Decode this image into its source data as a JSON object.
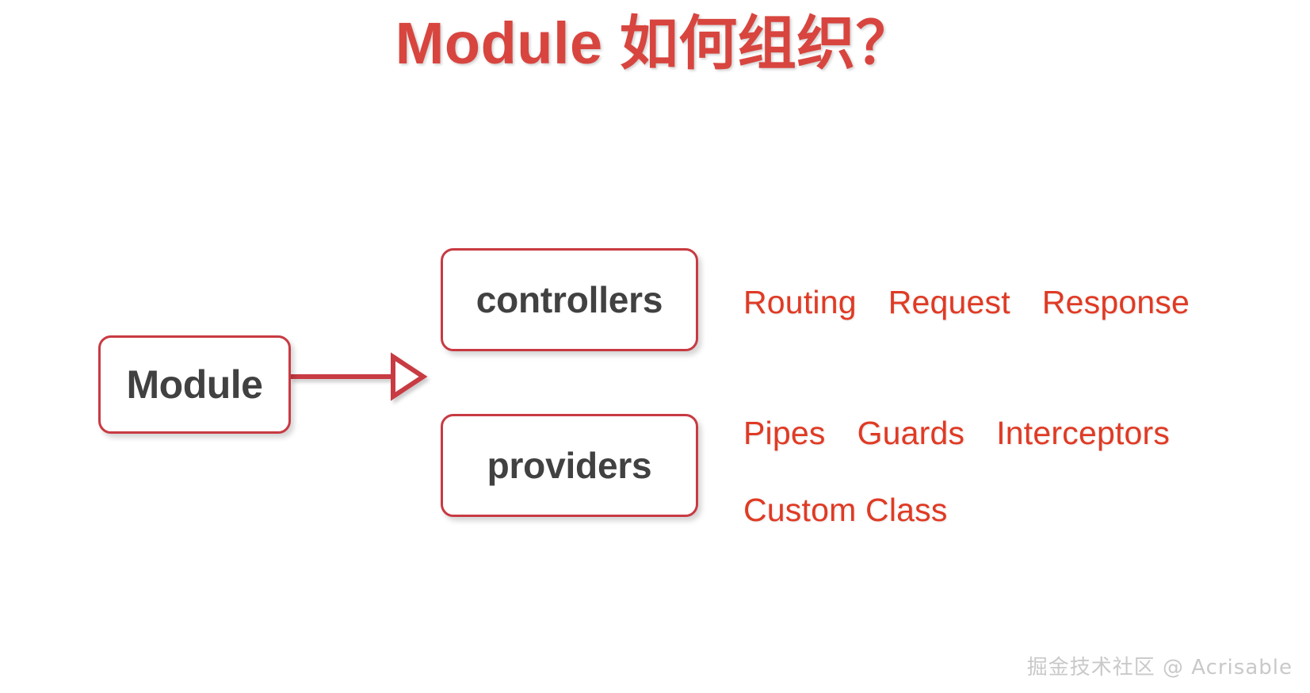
{
  "slide": {
    "title": "Module 如何组织？",
    "title_color": "#D8453F",
    "background_color": "#FFFFFF"
  },
  "diagram": {
    "type": "flow-diagram",
    "accent_color": "#C83A42",
    "annotation_color": "#E03A24",
    "node_text_color": "#414141",
    "root": {
      "label": "Module"
    },
    "branches": [
      {
        "label": "controllers",
        "annotations": [
          {
            "rows": [
              "Routing",
              "Request",
              "Response"
            ]
          }
        ]
      },
      {
        "label": "providers",
        "annotations": [
          {
            "rows": [
              "Pipes",
              "Guards",
              "Interceptors"
            ]
          },
          {
            "rows": [
              "Custom Class"
            ]
          }
        ]
      }
    ],
    "connector": {
      "from": "Module",
      "style": "open-arrow",
      "head": "hollow-triangle"
    }
  },
  "annotations": {
    "controllers_row": [
      "Routing",
      "Request",
      "Response"
    ],
    "providers_row_1": [
      "Pipes",
      "Guards",
      "Interceptors"
    ],
    "providers_row_2": [
      "Custom Class"
    ]
  },
  "labels": {
    "module": "Module",
    "controllers": "controllers",
    "providers": "providers",
    "routing": "Routing",
    "request": "Request",
    "response": "Response",
    "pipes": "Pipes",
    "guards": "Guards",
    "interceptors": "Interceptors",
    "custom_class": "Custom Class"
  },
  "watermark": {
    "text": "掘金技术社区 @ Acrisable",
    "color": "#C9C9C9"
  }
}
